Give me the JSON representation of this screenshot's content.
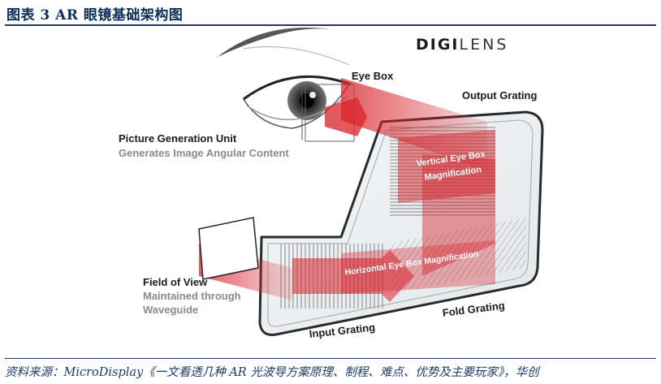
{
  "figure": {
    "title": "图表 3   AR 眼镜基础架构图",
    "source": "资料来源：MicroDisplay《一文看透几种 AR 光波导方案原理、制程、难点、优势及主要玩家》，华创"
  },
  "logo": {
    "part1": "DIGI",
    "part2": "LENS"
  },
  "labels": {
    "eye_box": "Eye Box",
    "output_grating": "Output Grating",
    "pgu_title": "Picture Generation Unit",
    "pgu_sub": "Generates Image Angular Content",
    "fov_title": "Field of View",
    "fov_sub1": "Maintained through",
    "fov_sub2": "Waveguide",
    "vertical_mag1": "Vertical Eye Box",
    "vertical_mag2": "Magnification",
    "horizontal_mag": "Horizontal Eye Box Magnification",
    "fold_grating": "Fold Grating",
    "input_grating": "Input Grating"
  },
  "colors": {
    "title": "#0b2d5c",
    "rule": "#1c3a6b",
    "beam_red": "#d8232a",
    "waveguide_edge": "#2a2a2a",
    "sub_label": "#8a8a8a"
  }
}
